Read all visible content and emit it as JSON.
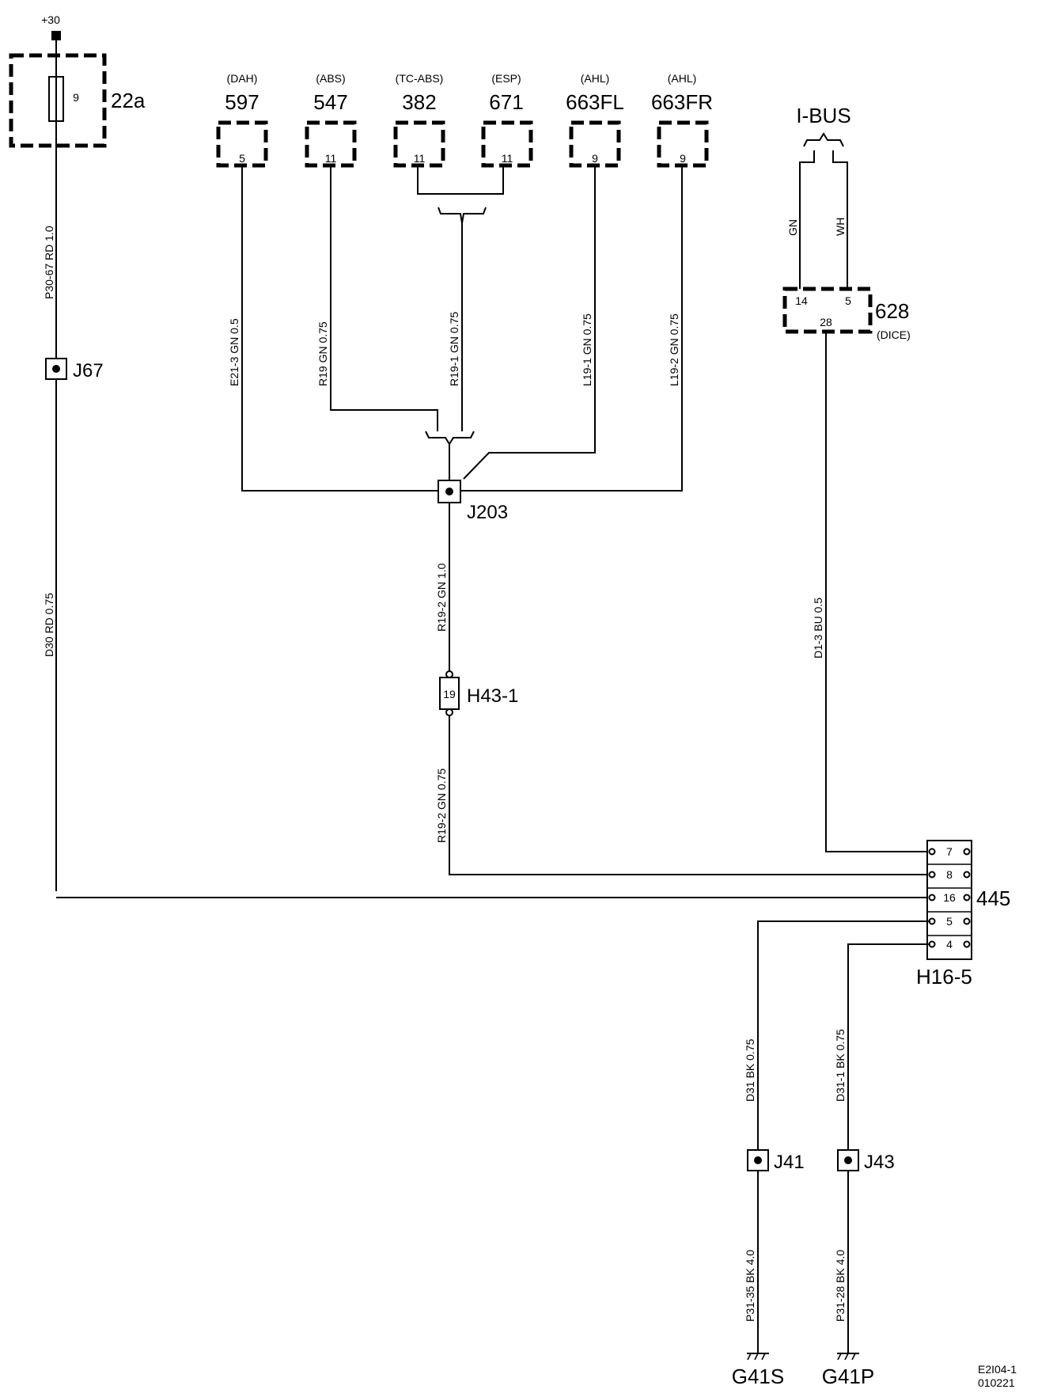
{
  "supply": {
    "label": "+30"
  },
  "fuse": {
    "id": "22a",
    "pin": "9"
  },
  "modules": [
    {
      "sub": "(DAH)",
      "id": "597",
      "pin": "5"
    },
    {
      "sub": "(ABS)",
      "id": "547",
      "pin": "11"
    },
    {
      "sub": "(TC-ABS)",
      "id": "382",
      "pin": "11"
    },
    {
      "sub": "(ESP)",
      "id": "671",
      "pin": "11"
    },
    {
      "sub": "(AHL)",
      "id": "663FL",
      "pin": "9"
    },
    {
      "sub": "(AHL)",
      "id": "663FR",
      "pin": "9"
    }
  ],
  "ibus": {
    "label": "I-BUS",
    "wire_gn": "GN",
    "wire_wh": "WH",
    "module_id": "628",
    "module_sub": "(DICE)",
    "pin_left": "14",
    "pin_right": "5",
    "pin_bottom": "28"
  },
  "wires": {
    "p30_67": "P30-67  RD  1.0",
    "d30": "D30  RD  0.75",
    "e21_3": "E21-3  GN  0.5",
    "r19": "R19  GN  0.75",
    "r19_1": "R19-1  GN  0.75",
    "l19_1": "L19-1  GN  0.75",
    "l19_2": "L19-2  GN  0.75",
    "r19_2_upper": "R19-2  GN  1.0",
    "r19_2_lower": "R19-2  GN  0.75",
    "d1_3": "D1-3  BU  0.5",
    "d31": "D31  BK  0.75",
    "d31_1": "D31-1  BK  0.75",
    "p31_35": "P31-35  BK  4.0",
    "p31_28": "P31-28  BK  4.0"
  },
  "splices": {
    "j67": "J67",
    "j203": "J203",
    "j41": "J41",
    "j43": "J43"
  },
  "connector_h43": {
    "id": "H43-1",
    "pin": "19"
  },
  "connector_445": {
    "id": "445",
    "sub": "H16-5",
    "pins": [
      "7",
      "8",
      "16",
      "5",
      "4"
    ]
  },
  "grounds": {
    "left": "G41S",
    "right": "G41P"
  },
  "footer": {
    "code": "E2I04-1",
    "date": "010221"
  }
}
